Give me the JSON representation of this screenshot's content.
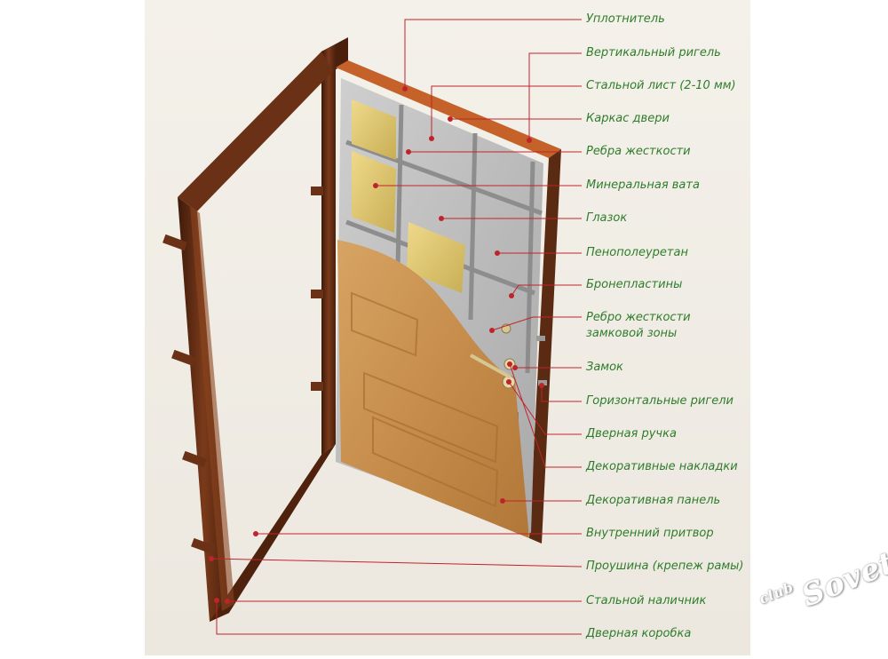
{
  "labels": [
    "Уплотнитель",
    "Вертикальный ригель",
    "Стальной лист (2-10 мм)",
    "Каркас двери",
    "Ребра жесткости",
    "Минеральная вата",
    "Глазок",
    "Пенополеуретан",
    "Бронепластины",
    "Ребро жесткости",
    "замковой зоны",
    "Замок",
    "Горизонтальные ригели",
    "Дверная ручка",
    "Декоративные накладки",
    "Декоративная панель",
    "Внутренний притвор",
    "Проушина (крепеж рамы)",
    "Стальной наличник",
    "Дверная коробка"
  ],
  "watermark": {
    "text_small": "club",
    "text_large": "Sovet"
  },
  "colors": {
    "label_text": "#2f7d2b",
    "leader_line": "#c0242b",
    "background": "#f5f3ef",
    "frame": "#5a2a12",
    "panel": "#c8924f",
    "steel": "#b9b9b9",
    "insulation": "#d9c46a"
  }
}
